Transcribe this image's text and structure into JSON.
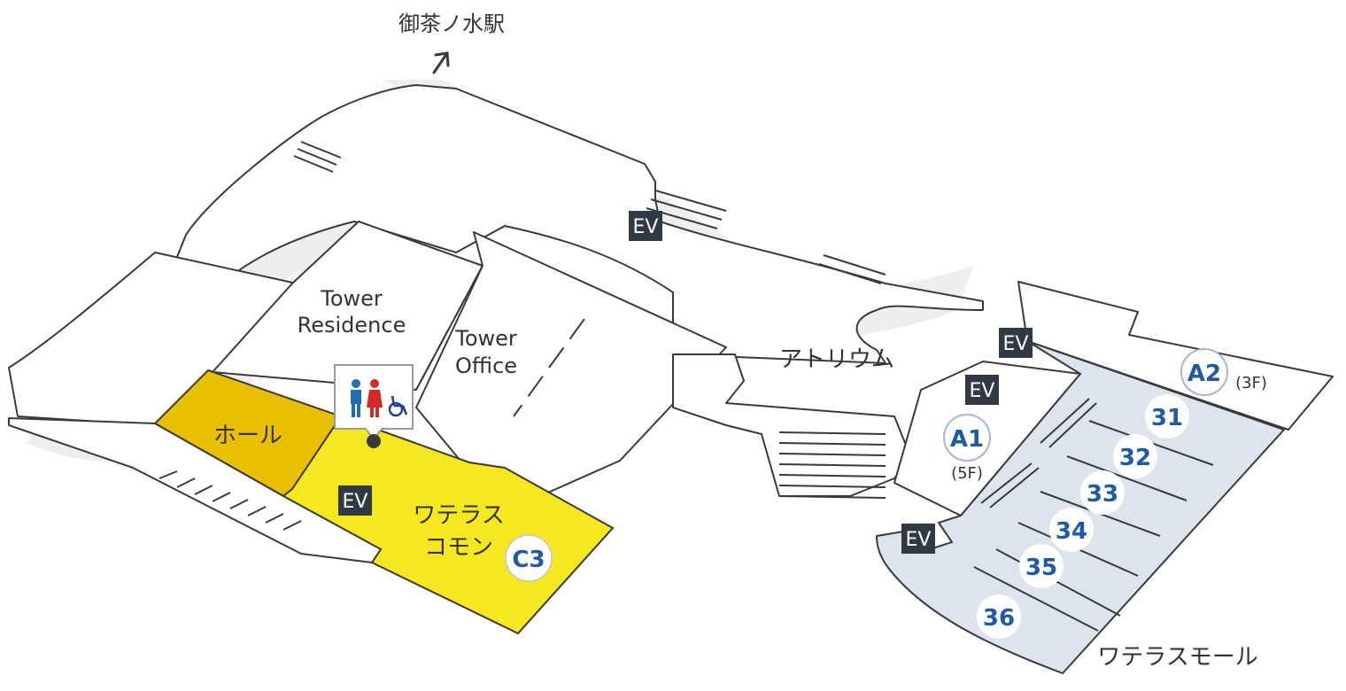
{
  "station_label": "御茶ノ水駅",
  "buildings": {
    "tower_residence_line1": "Tower",
    "tower_residence_line2": "Residence",
    "tower_office_line1": "Tower",
    "tower_office_line2": "Office"
  },
  "areas": {
    "hall": "ホール",
    "commons_line1": "ワテラス",
    "commons_line2": "コモン",
    "atrium": "アトリウム",
    "mall": "ワテラスモール"
  },
  "elevator_label": "EV",
  "markers": {
    "c3": "C3",
    "a1": "A1",
    "a1_floor": "(5F)",
    "a2": "A2",
    "a2_floor": "(3F)",
    "shops": [
      "31",
      "32",
      "33",
      "34",
      "35",
      "36"
    ]
  },
  "colors": {
    "hall": "#e8c000",
    "commons": "#f5e81e",
    "mall": "#dde4ee",
    "marker_text": "#1f5aa6",
    "ev_box": "#2f3a44",
    "restroom_male": "#1f6fb5",
    "restroom_female": "#d62828"
  },
  "icons": [
    "male-restroom-icon",
    "female-restroom-icon",
    "wheelchair-icon",
    "up-arrow-icon"
  ]
}
